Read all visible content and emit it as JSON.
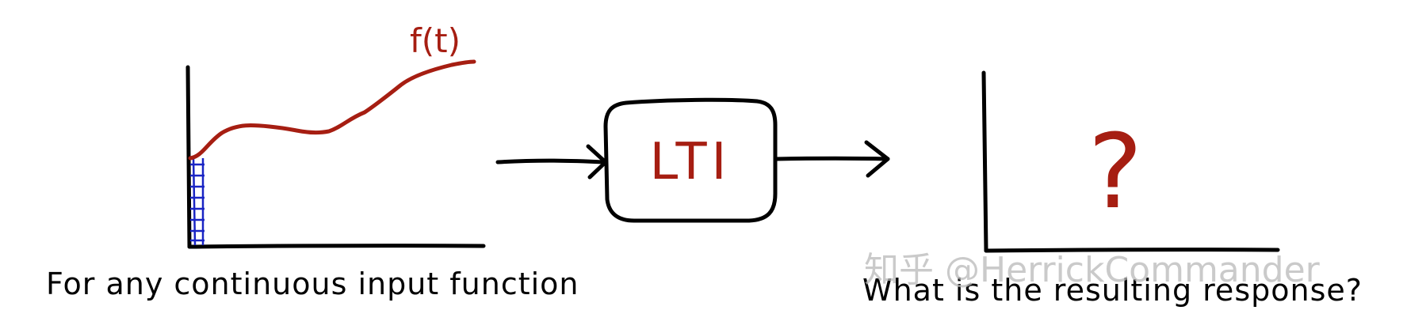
{
  "input_panel": {
    "curve_label": "f(t)",
    "caption": "For any continuous input function"
  },
  "system": {
    "label": "LTI"
  },
  "output_panel": {
    "unknown_mark": "?",
    "caption": "What is the resulting response?"
  },
  "watermark": {
    "text": "知乎 @HerrickCommander"
  },
  "colors": {
    "ink": "#000000",
    "curve": "#a61e12",
    "hatch": "#1a25c4",
    "watermark": "#b9b9b9"
  }
}
